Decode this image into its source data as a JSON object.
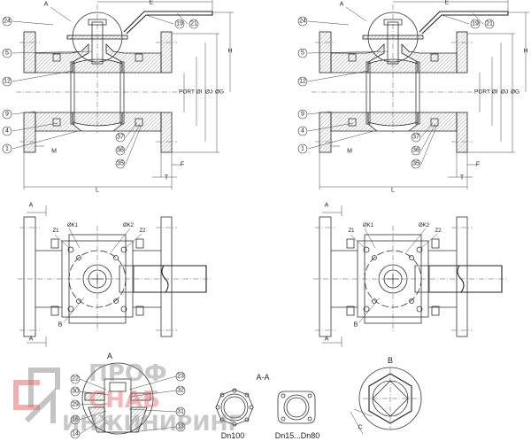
{
  "drawing": {
    "section_view": {
      "section_marker": "A",
      "callouts_left": [
        "24",
        "5",
        "12",
        "9",
        "4",
        "1"
      ],
      "callouts_handle": [
        "19",
        "21"
      ],
      "callouts_bolts": [
        "37",
        "36",
        "35"
      ],
      "flange_mark": "M",
      "dims": {
        "E": "E",
        "H": "H",
        "port": "PORT",
        "I": "ØI",
        "J": "ØJ",
        "G": "ØG",
        "F": "F",
        "T": "T",
        "L": "L"
      }
    },
    "plan_view": {
      "section_arrow_top": "A",
      "section_arrow_bottom": "A",
      "labels": {
        "z1": "Z1",
        "k1": "ØK1",
        "k2": "ØK2",
        "z2": "Z2",
        "b": "B"
      }
    },
    "detail_a": {
      "title": "A",
      "callouts_left": [
        "22",
        "30",
        "29",
        "16",
        "14"
      ],
      "callouts_right": [
        "23",
        "32",
        "31",
        "13"
      ]
    },
    "section_aa": {
      "title": "A-A",
      "variants": [
        "Dn100",
        "Dn15...Dn80"
      ]
    },
    "detail_b": {
      "title": "B",
      "dim": "C"
    }
  },
  "watermark": {
    "line1": "ПРОФ",
    "line2": "СНАБ",
    "line3": "ИНЖИНИРИНГ"
  },
  "colors": {
    "watermark_gray": "#8a8a8a",
    "watermark_red": "#e86060"
  }
}
